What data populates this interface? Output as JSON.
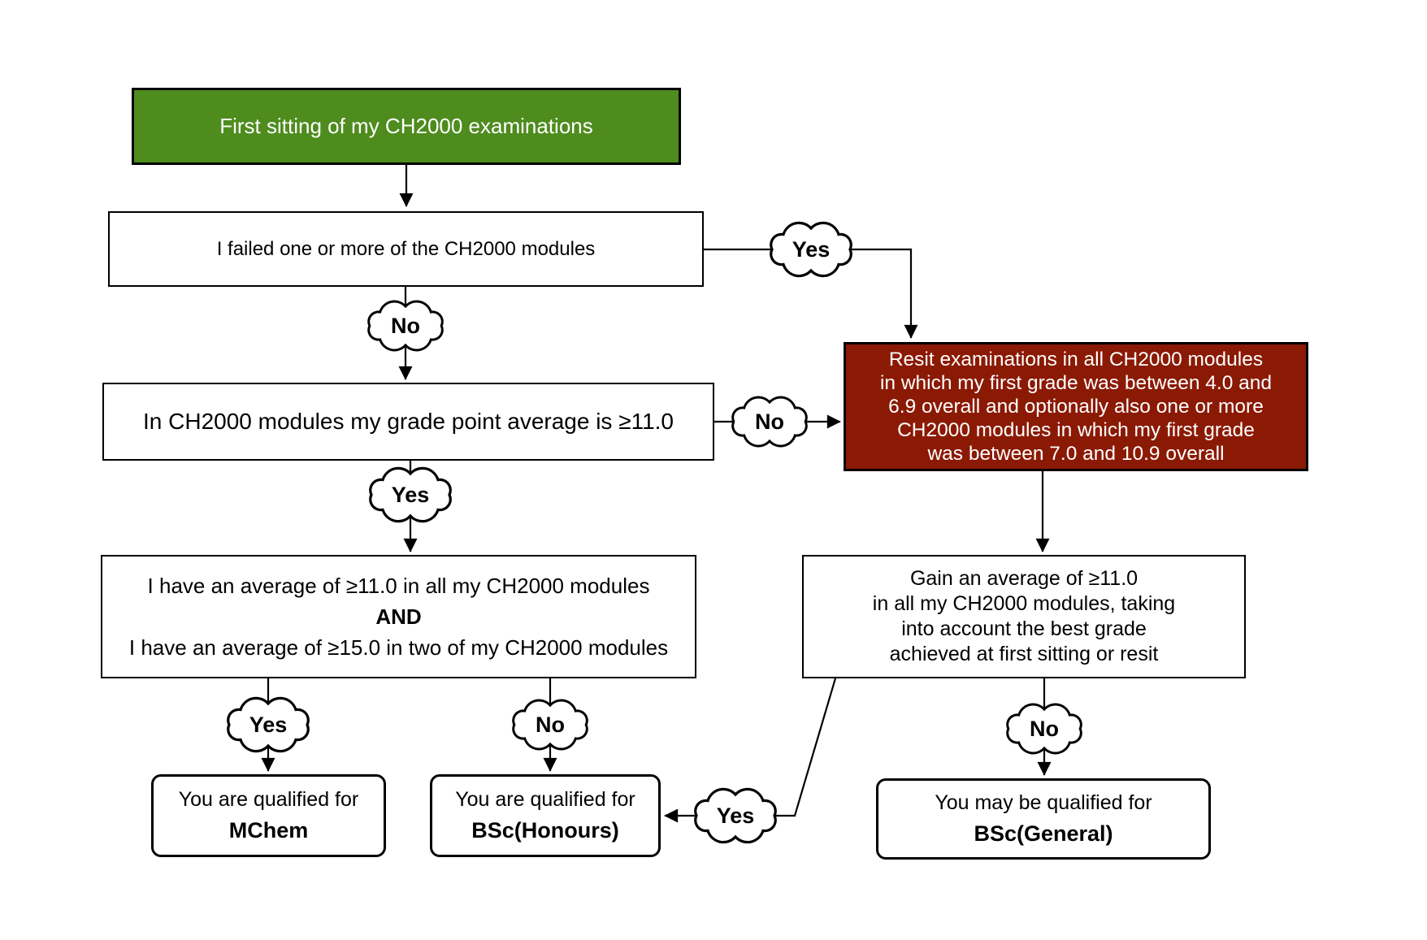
{
  "colors": {
    "start_fill": "#4e8c1e",
    "resit_fill": "#8b1a05",
    "node_fill": "#ffffff",
    "line": "#000000",
    "text_dark": "#000000",
    "text_light": "#ffffff"
  },
  "nodes": {
    "start": {
      "lines": [
        "First sitting of my CH2000 examinations"
      ]
    },
    "failed": {
      "lines": [
        "I failed one or more of the CH2000 modules"
      ]
    },
    "gpa": {
      "lines": [
        "In CH2000 modules my grade point average is ≥11.0"
      ]
    },
    "average_and": {
      "lines": [
        "I have an average of ≥11.0 in all my CH2000 modules",
        "AND",
        "I have an average of ≥15.0 in two of my CH2000 modules"
      ]
    },
    "resit": {
      "lines": [
        "Resit examinations in all CH2000 modules",
        "in which my first grade was between 4.0 and",
        "6.9 overall and optionally also one or more",
        "CH2000 modules in which my first grade",
        "was between 7.0 and 10.9 overall"
      ]
    },
    "gain": {
      "lines": [
        "Gain an average of ≥11.0",
        "in all my CH2000 modules, taking",
        "into account the best grade",
        "achieved at first sitting or resit"
      ]
    },
    "mchem": {
      "lines": [
        "You are qualified for",
        "MChem"
      ]
    },
    "bsc_honours": {
      "lines": [
        "You are qualified for",
        "BSc(Honours)"
      ]
    },
    "bsc_general": {
      "lines": [
        "You may be qualified for",
        "BSc(General)"
      ]
    }
  },
  "clouds": {
    "failed_yes": "Yes",
    "failed_no": "No",
    "gpa_no": "No",
    "gpa_yes": "Yes",
    "and_yes": "Yes",
    "and_no": "No",
    "gain_no": "No",
    "gain_yes": "Yes"
  }
}
